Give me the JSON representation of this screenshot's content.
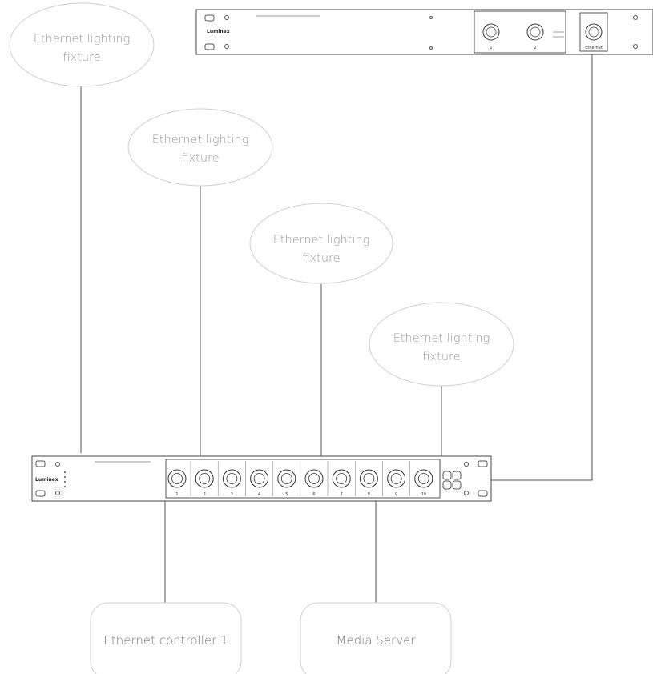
{
  "fixtures": [
    {
      "line1": "Ethernet lighting",
      "line2": "fixture"
    },
    {
      "line1": "Ethernet lighting",
      "line2": "fixture"
    },
    {
      "line1": "Ethernet lighting",
      "line2": "fixture"
    },
    {
      "line1": "Ethernet lighting",
      "line2": "fixture"
    }
  ],
  "devices": {
    "controller_label": "Ethernet controller 1",
    "server_label": "Media Server"
  },
  "top_unit": {
    "brand": "Luminex",
    "port_labels": [
      "1",
      "2",
      "Ethernet"
    ]
  },
  "switch_unit": {
    "brand": "Luminex",
    "port_labels": [
      "1",
      "2",
      "3",
      "4",
      "5",
      "6",
      "7",
      "8",
      "9",
      "10"
    ]
  }
}
